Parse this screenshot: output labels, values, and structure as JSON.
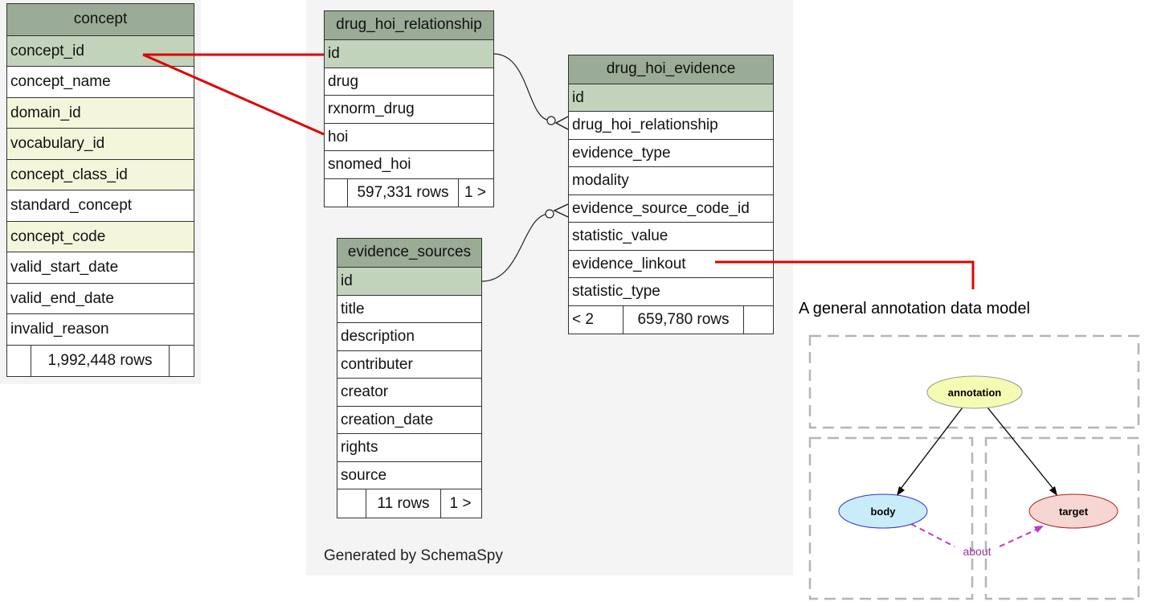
{
  "tables": {
    "concept": {
      "title": "concept",
      "rows": [
        "concept_id",
        "concept_name",
        "domain_id",
        "vocabulary_id",
        "concept_class_id",
        "standard_concept",
        "concept_code",
        "valid_start_date",
        "valid_end_date",
        "invalid_reason"
      ],
      "row_count": "1,992,448 rows"
    },
    "drug_hoi_relationship": {
      "title": "drug_hoi_relationship",
      "rows": [
        "id",
        "drug",
        "rxnorm_drug",
        "hoi",
        "snomed_hoi"
      ],
      "row_count": "597,331 rows",
      "nav": "1 >"
    },
    "drug_hoi_evidence": {
      "title": "drug_hoi_evidence",
      "rows": [
        "id",
        "drug_hoi_relationship",
        "evidence_type",
        "modality",
        "evidence_source_code_id",
        "statistic_value",
        "evidence_linkout",
        "statistic_type"
      ],
      "nav_left": "< 2",
      "row_count": "659,780 rows"
    },
    "evidence_sources": {
      "title": "evidence_sources",
      "rows": [
        "id",
        "title",
        "description",
        "contributer",
        "creator",
        "creation_date",
        "rights",
        "source"
      ],
      "row_count": "11 rows",
      "nav": "1 >"
    }
  },
  "generated_by": "Generated by SchemaSpy",
  "annotation_model": {
    "caption": "A general annotation data model",
    "nodes": {
      "annotation": "annotation",
      "body": "body",
      "target": "target"
    },
    "edge_label": "about"
  },
  "colors": {
    "header": "#9aab96",
    "primary_key": "#c1d3bb",
    "foreign_key": "#f4f6dc",
    "connector_red": "#e00000",
    "annotation_node": "#f6fbb3",
    "body_node": "#c9ecfb",
    "target_node": "#f6d6d2",
    "about_edge": "#cc33cc"
  }
}
